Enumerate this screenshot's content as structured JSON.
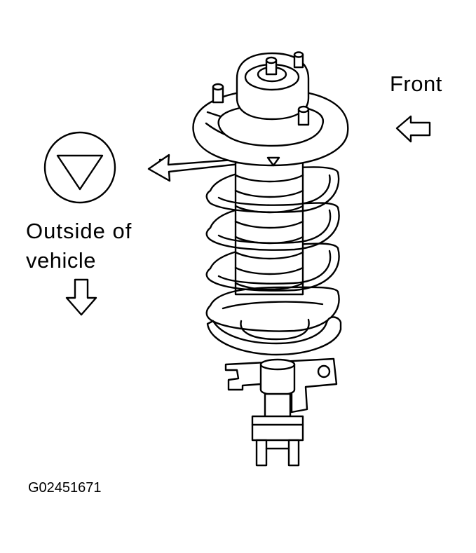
{
  "labels": {
    "front": "Front",
    "outside_line1": "Outside of",
    "outside_line2": "vehicle",
    "figure_code": "G02451671"
  },
  "icons": {
    "mark_symbol": "triangle-in-circle-icon",
    "front_arrow": "hollow-arrow-left-icon",
    "outside_arrow": "hollow-arrow-down-icon",
    "pointer_arrow": "pointer-arrow-left-icon"
  },
  "colors": {
    "line": "#000000",
    "background": "#ffffff"
  }
}
